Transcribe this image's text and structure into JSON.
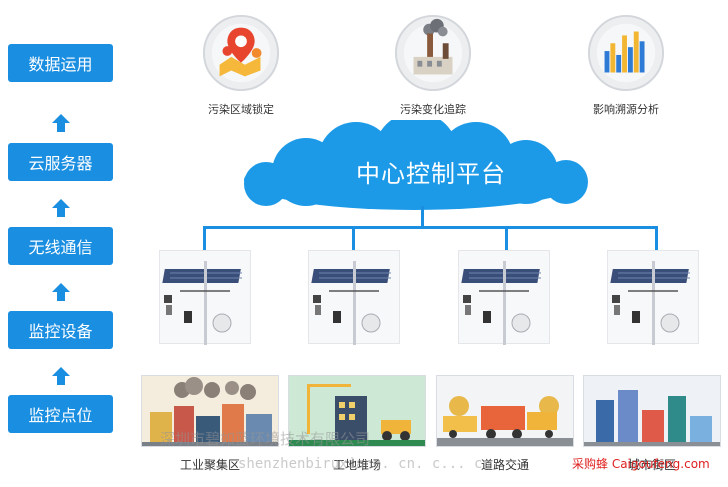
{
  "pipeline": {
    "stages": [
      {
        "label": "数据运用"
      },
      {
        "label": "云服务器"
      },
      {
        "label": "无线通信"
      },
      {
        "label": "监控设备"
      },
      {
        "label": "监控点位"
      }
    ],
    "color": "#1a8ee0"
  },
  "analysis": [
    {
      "label": "污染区域锁定",
      "icon": "location-pin-icon"
    },
    {
      "label": "污染变化追踪",
      "icon": "factory-smoke-icon"
    },
    {
      "label": "影响溯源分析",
      "icon": "bar-chart-icon"
    }
  ],
  "center": {
    "title": "中心控制平台",
    "cloud_color": "#1c9ae8"
  },
  "devices": [
    {
      "icon": "monitoring-station-icon"
    },
    {
      "icon": "monitoring-station-icon"
    },
    {
      "icon": "monitoring-station-icon"
    },
    {
      "icon": "monitoring-station-icon"
    }
  ],
  "scenes": [
    {
      "label": "工业聚集区",
      "icon": "industrial-zone-illustration"
    },
    {
      "label": "工地堆场",
      "icon": "construction-site-illustration"
    },
    {
      "label": "道路交通",
      "icon": "road-traffic-illustration"
    },
    {
      "label": "城市街区",
      "icon": "city-block-illustration"
    }
  ],
  "watermarks": {
    "company": "深圳市碧如蓝环境技术有限公司",
    "site": "shenzhenbiruxiang. cn. c... cn",
    "brand": "采购蜂 Caigoufeng.com"
  }
}
